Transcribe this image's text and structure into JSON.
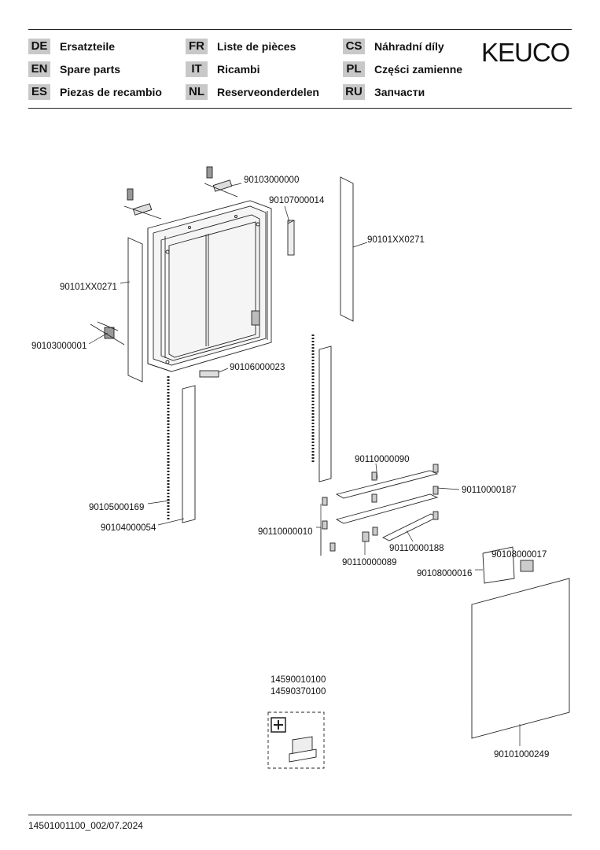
{
  "brand": "KEUCO",
  "languages": [
    {
      "code": "DE",
      "name": "Ersatzteile"
    },
    {
      "code": "EN",
      "name": "Spare parts"
    },
    {
      "code": "ES",
      "name": "Piezas de recambio"
    },
    {
      "code": "FR",
      "name": "Liste de pièces"
    },
    {
      "code": "IT",
      "name": "Ricambi"
    },
    {
      "code": "NL",
      "name": "Reserveonderdelen"
    },
    {
      "code": "CS",
      "name": "Náhradní díly"
    },
    {
      "code": "PL",
      "name": "Części zamienne"
    },
    {
      "code": "RU",
      "name": "Запчасти"
    }
  ],
  "parts": {
    "p1": "90103000000",
    "p2": "90107000014",
    "p3": "90101XX0271",
    "p4": "90101XX0271",
    "p5": "90103000001",
    "p6": "90106000023",
    "p7": "90105000169",
    "p8": "90104000054",
    "p9": "90110000090",
    "p10": "90110000187",
    "p11": "90110000010",
    "p12": "90110000188",
    "p13": "90110000089",
    "p14": "90108000017",
    "p15": "90108000016",
    "p16": "90101000249",
    "kit1": "14590010100",
    "kit2": "14590370100"
  },
  "footer": "14501001100_002/07.2024"
}
